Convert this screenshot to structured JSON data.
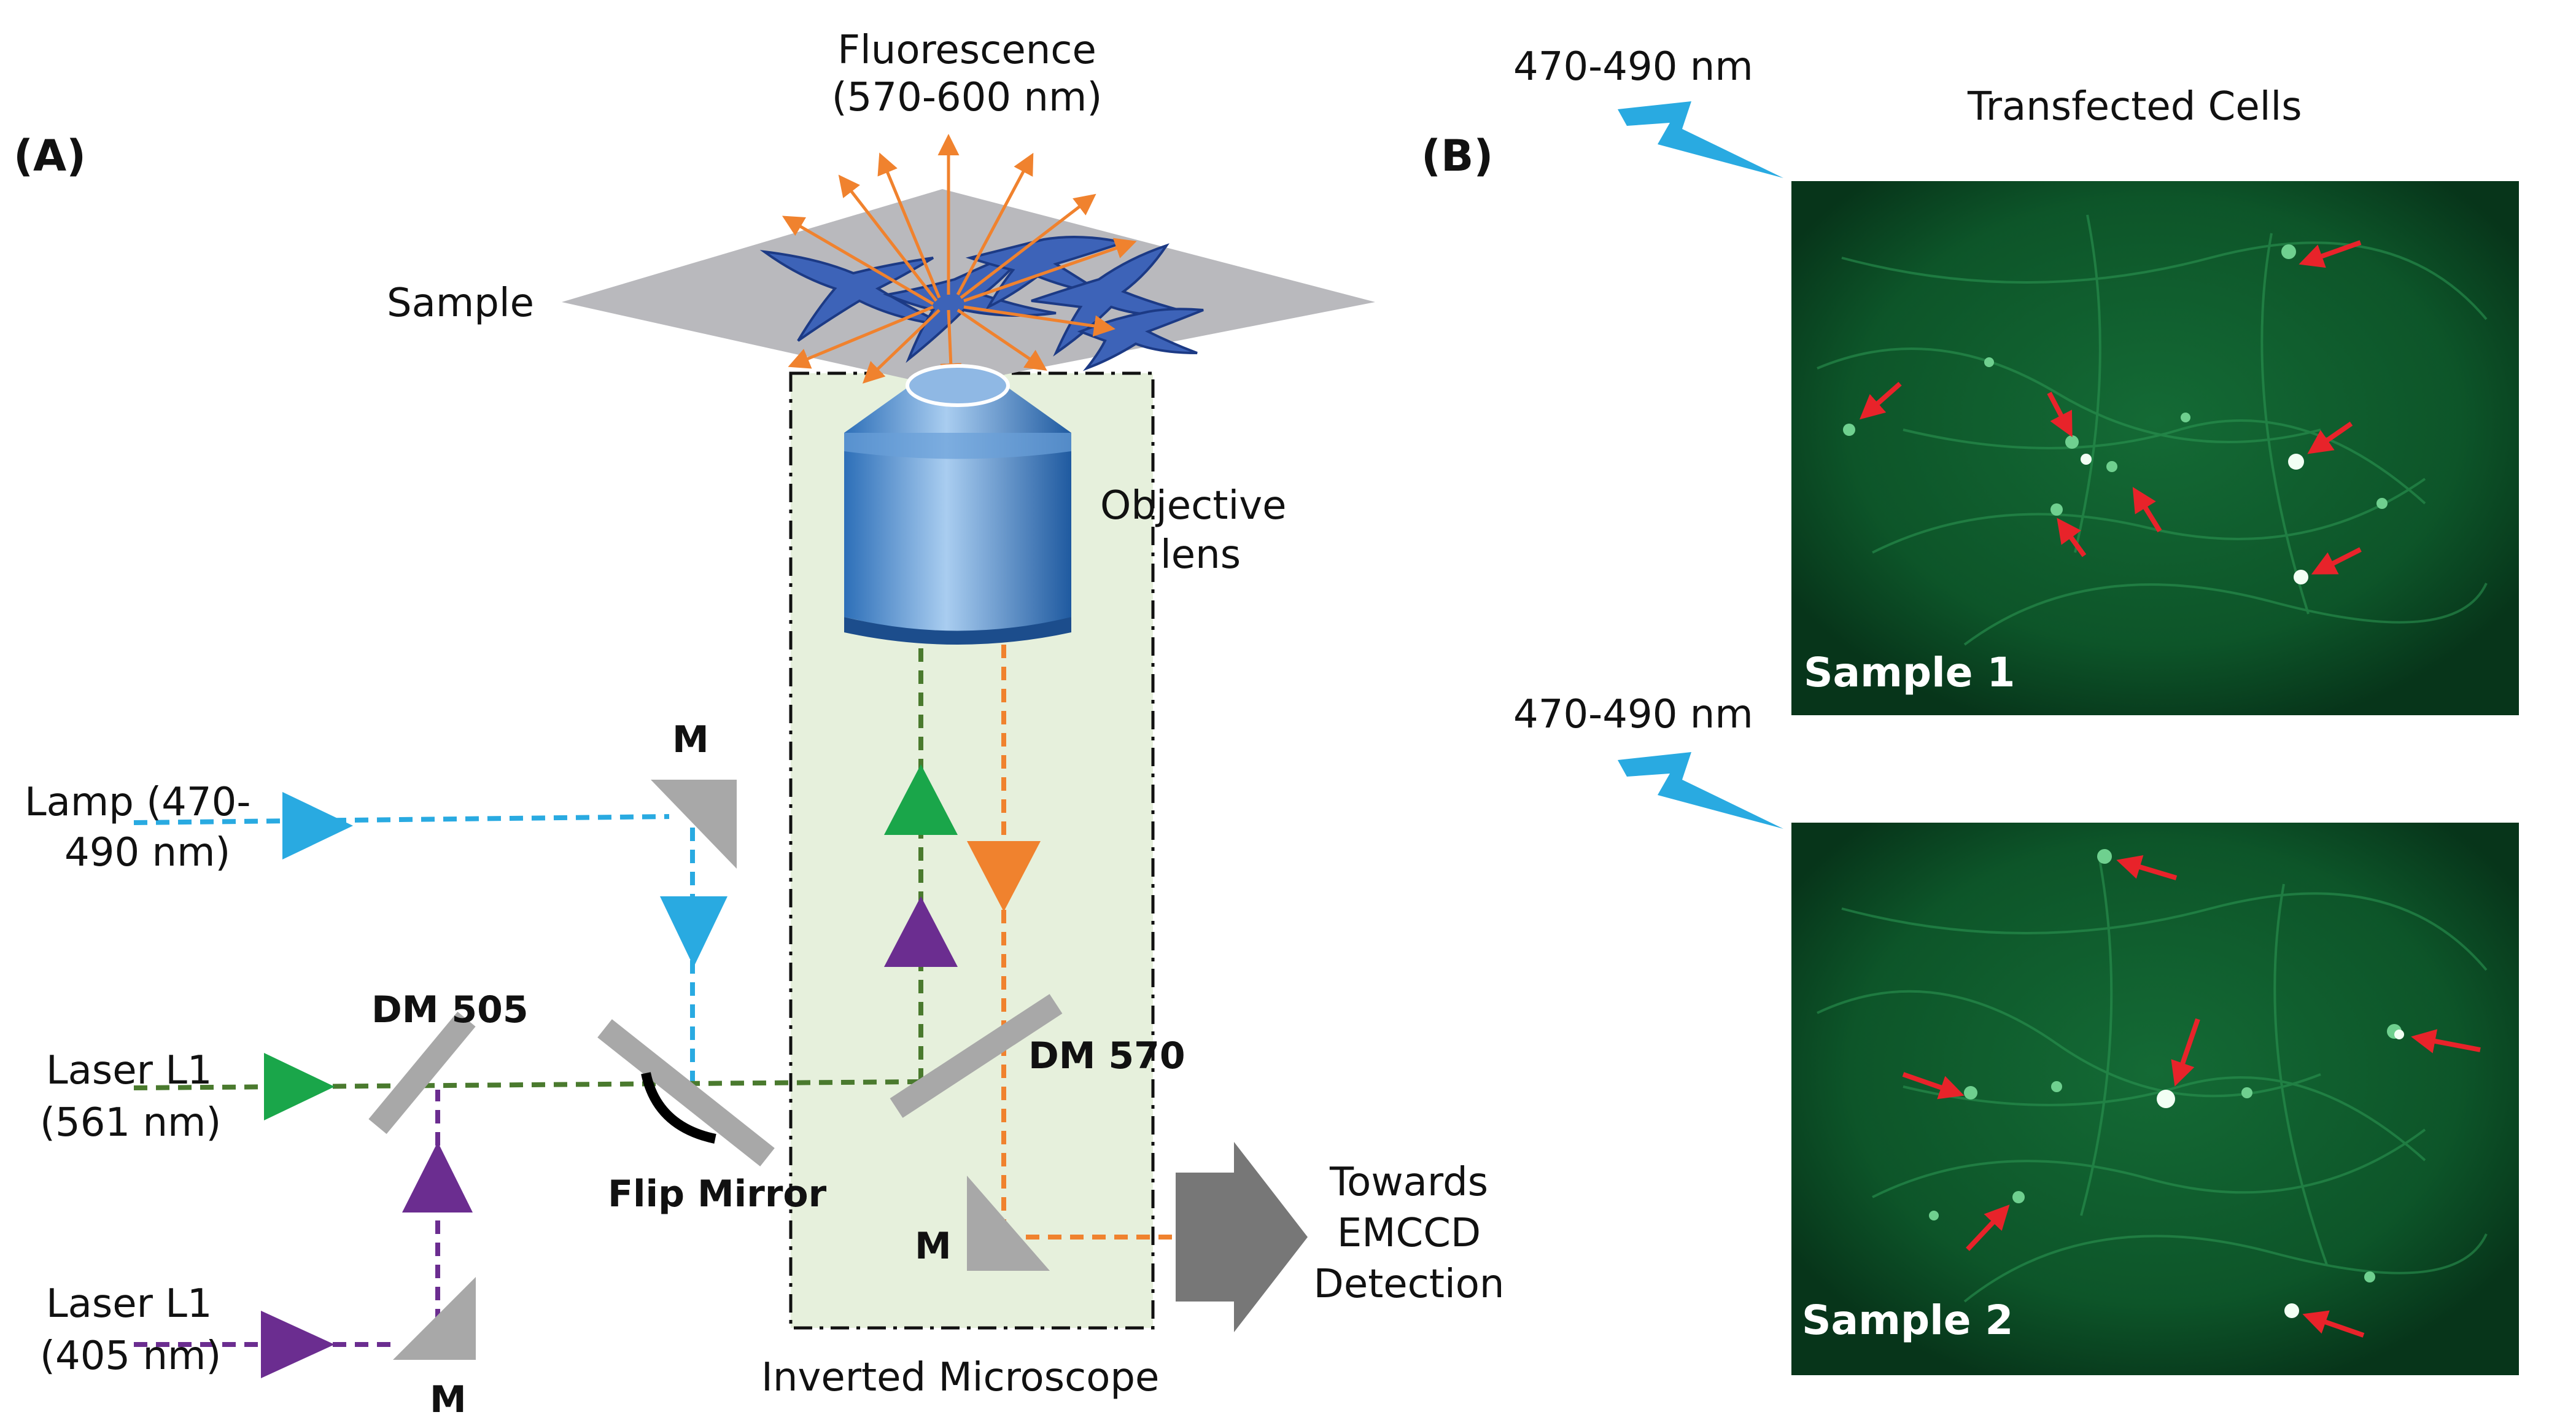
{
  "panel_a": {
    "label": "(A)",
    "fluorescence_line1": "Fluorescence",
    "fluorescence_line2": "(570-600 nm)",
    "sample": "Sample",
    "objective_line1": "Objective",
    "objective_line2": "lens",
    "mirror_m": "M",
    "lamp_line1": "Lamp (470-",
    "lamp_line2": "490 nm)",
    "dm505": "DM 505",
    "dm570": "DM 570",
    "laser561_line1": "Laser L1",
    "laser561_line2": "(561 nm)",
    "flip_mirror": "Flip Mirror",
    "laser405_line1": "Laser L1",
    "laser405_line2": "(405 nm)",
    "towards_line1": "Towards",
    "towards_line2": "EMCCD",
    "towards_line3": "Detection",
    "inverted_microscope": "Inverted Microscope"
  },
  "panel_b": {
    "label": "(B)",
    "title": "Transfected Cells",
    "excitation": "470-490 nm",
    "sample1": "Sample 1",
    "sample2": "Sample 2"
  },
  "colors": {
    "blue_beam": "#29aae1",
    "green_beam": "#1aa64a",
    "dark_green_beam": "#4a7a2e",
    "purple_beam": "#6b2d90",
    "orange_beam": "#f0822e",
    "mirror": "#a8a8a8",
    "microscope_box": "#e6f0dc",
    "micrograph_bg": "#0b4f26",
    "cell_marker": "#e8232a"
  }
}
